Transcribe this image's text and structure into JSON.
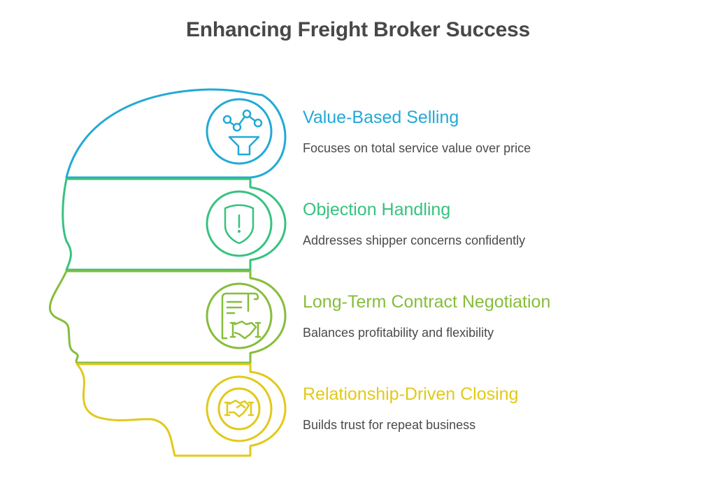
{
  "title": "Enhancing Freight Broker Success",
  "items": [
    {
      "heading": "Value-Based Selling",
      "description": "Focuses on total service value over price",
      "icon": "value-chart-funnel-icon",
      "color": "#22a9d6"
    },
    {
      "heading": "Objection Handling",
      "description": "Addresses shipper concerns confidently",
      "icon": "shield-exclamation-icon",
      "color": "#36c27f"
    },
    {
      "heading": "Long-Term Contract Negotiation",
      "description": "Balances profitability and flexibility",
      "icon": "contract-handshake-icon",
      "color": "#86bd3b"
    },
    {
      "heading": "Relationship-Driven Closing",
      "description": "Builds trust for repeat business",
      "icon": "handshake-icon",
      "color": "#e2c91a"
    }
  ]
}
